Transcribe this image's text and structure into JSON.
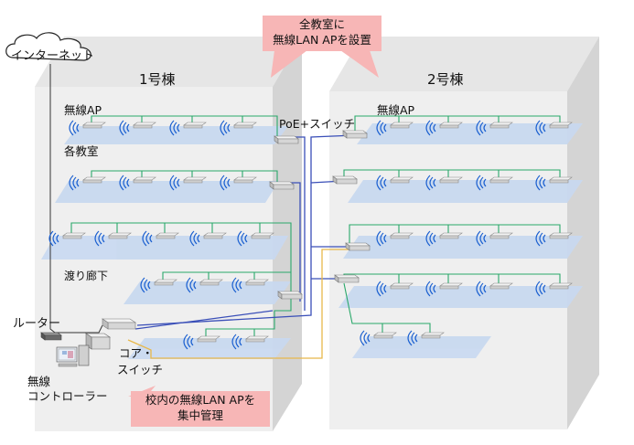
{
  "internet": {
    "label": "インターネット"
  },
  "building1": {
    "label": "1号棟"
  },
  "building2": {
    "label": "2号棟"
  },
  "callout_top": {
    "line1": "全教室に",
    "line2": "無線LAN APを設置"
  },
  "callout_bottom": {
    "line1": "校内の無線LAN APを",
    "line2": "集中管理"
  },
  "labels": {
    "ap_b1": "無線AP",
    "ap_b2": "無線AP",
    "classroom": "各教室",
    "poe_switch": "PoE+スイッチ",
    "corridor": "渡り廊下",
    "router": "ルーター",
    "core_switch_1": "コア・",
    "core_switch_2": "スイッチ",
    "controller_1": "無線",
    "controller_2": "コントローラー"
  },
  "colors": {
    "building_front": "#efefef",
    "building_side": "#d4d4d4",
    "building_top": "#e6e6e6",
    "floor_tile": "#c9d9f0",
    "wire_green": "#2aa86a",
    "wire_blue": "#3a4fb8",
    "wire_yellow": "#e8b84a",
    "signal_blue": "#1a5fd0",
    "callout_bg": "#f7b6b6"
  },
  "icons": [
    "cloud-icon",
    "access-point-icon",
    "wifi-signal-icon",
    "switch-icon",
    "router-icon",
    "computer-icon"
  ]
}
